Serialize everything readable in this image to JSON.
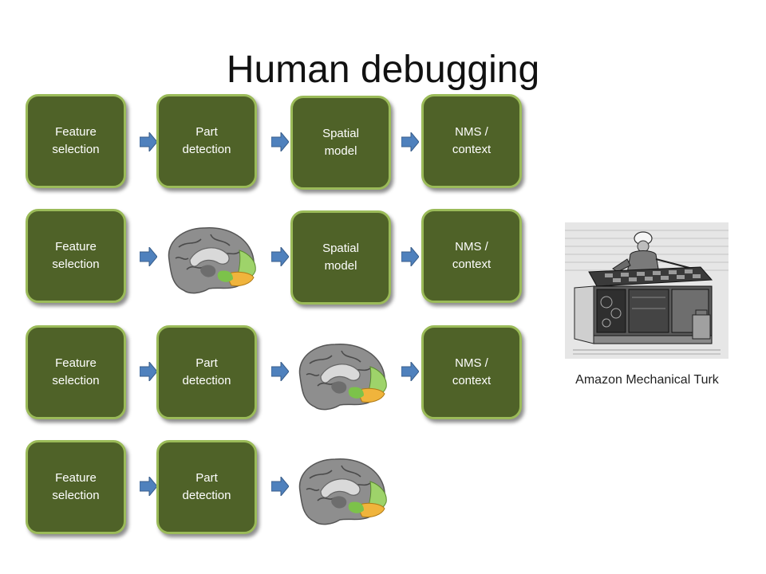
{
  "slide": {
    "title": "Human debugging",
    "caption": "Amazon Mechanical Turk"
  },
  "labels": {
    "feature": "Feature\nselection",
    "part": "Part\ndetection",
    "spatial": "Spatial\nmodel",
    "nms": "NMS /\ncontext"
  },
  "icons": {
    "arrow": "right-arrow-icon",
    "brain": "human-brain-icon",
    "turk": "mechanical-turk-engraving"
  },
  "colors": {
    "box_fill": "#4f6228",
    "box_border": "#9bbb59",
    "arrow_fill": "#4f81bd",
    "arrow_stroke": "#385d8a"
  }
}
